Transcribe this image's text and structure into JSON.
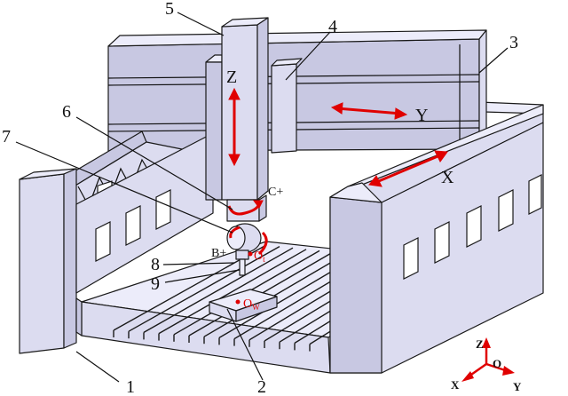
{
  "part_numbers": {
    "n1": "1",
    "n2": "2",
    "n3": "3",
    "n4": "4",
    "n5": "5",
    "n6": "6",
    "n7": "7",
    "n8": "8",
    "n9": "9"
  },
  "axis_labels": {
    "z": "Z",
    "y": "Y",
    "x": "X",
    "c_plus": "C+",
    "b_plus": "B+"
  },
  "point_labels": {
    "ot": "O",
    "ot_sub": "t",
    "ow": "O",
    "ow_sub": "W"
  },
  "triad": {
    "z": "Z",
    "o": "O",
    "x": "X",
    "y": "Y"
  },
  "colors": {
    "metal": "#dcdcf0",
    "accent": "#e00000",
    "outline": "#1a1a1a"
  }
}
